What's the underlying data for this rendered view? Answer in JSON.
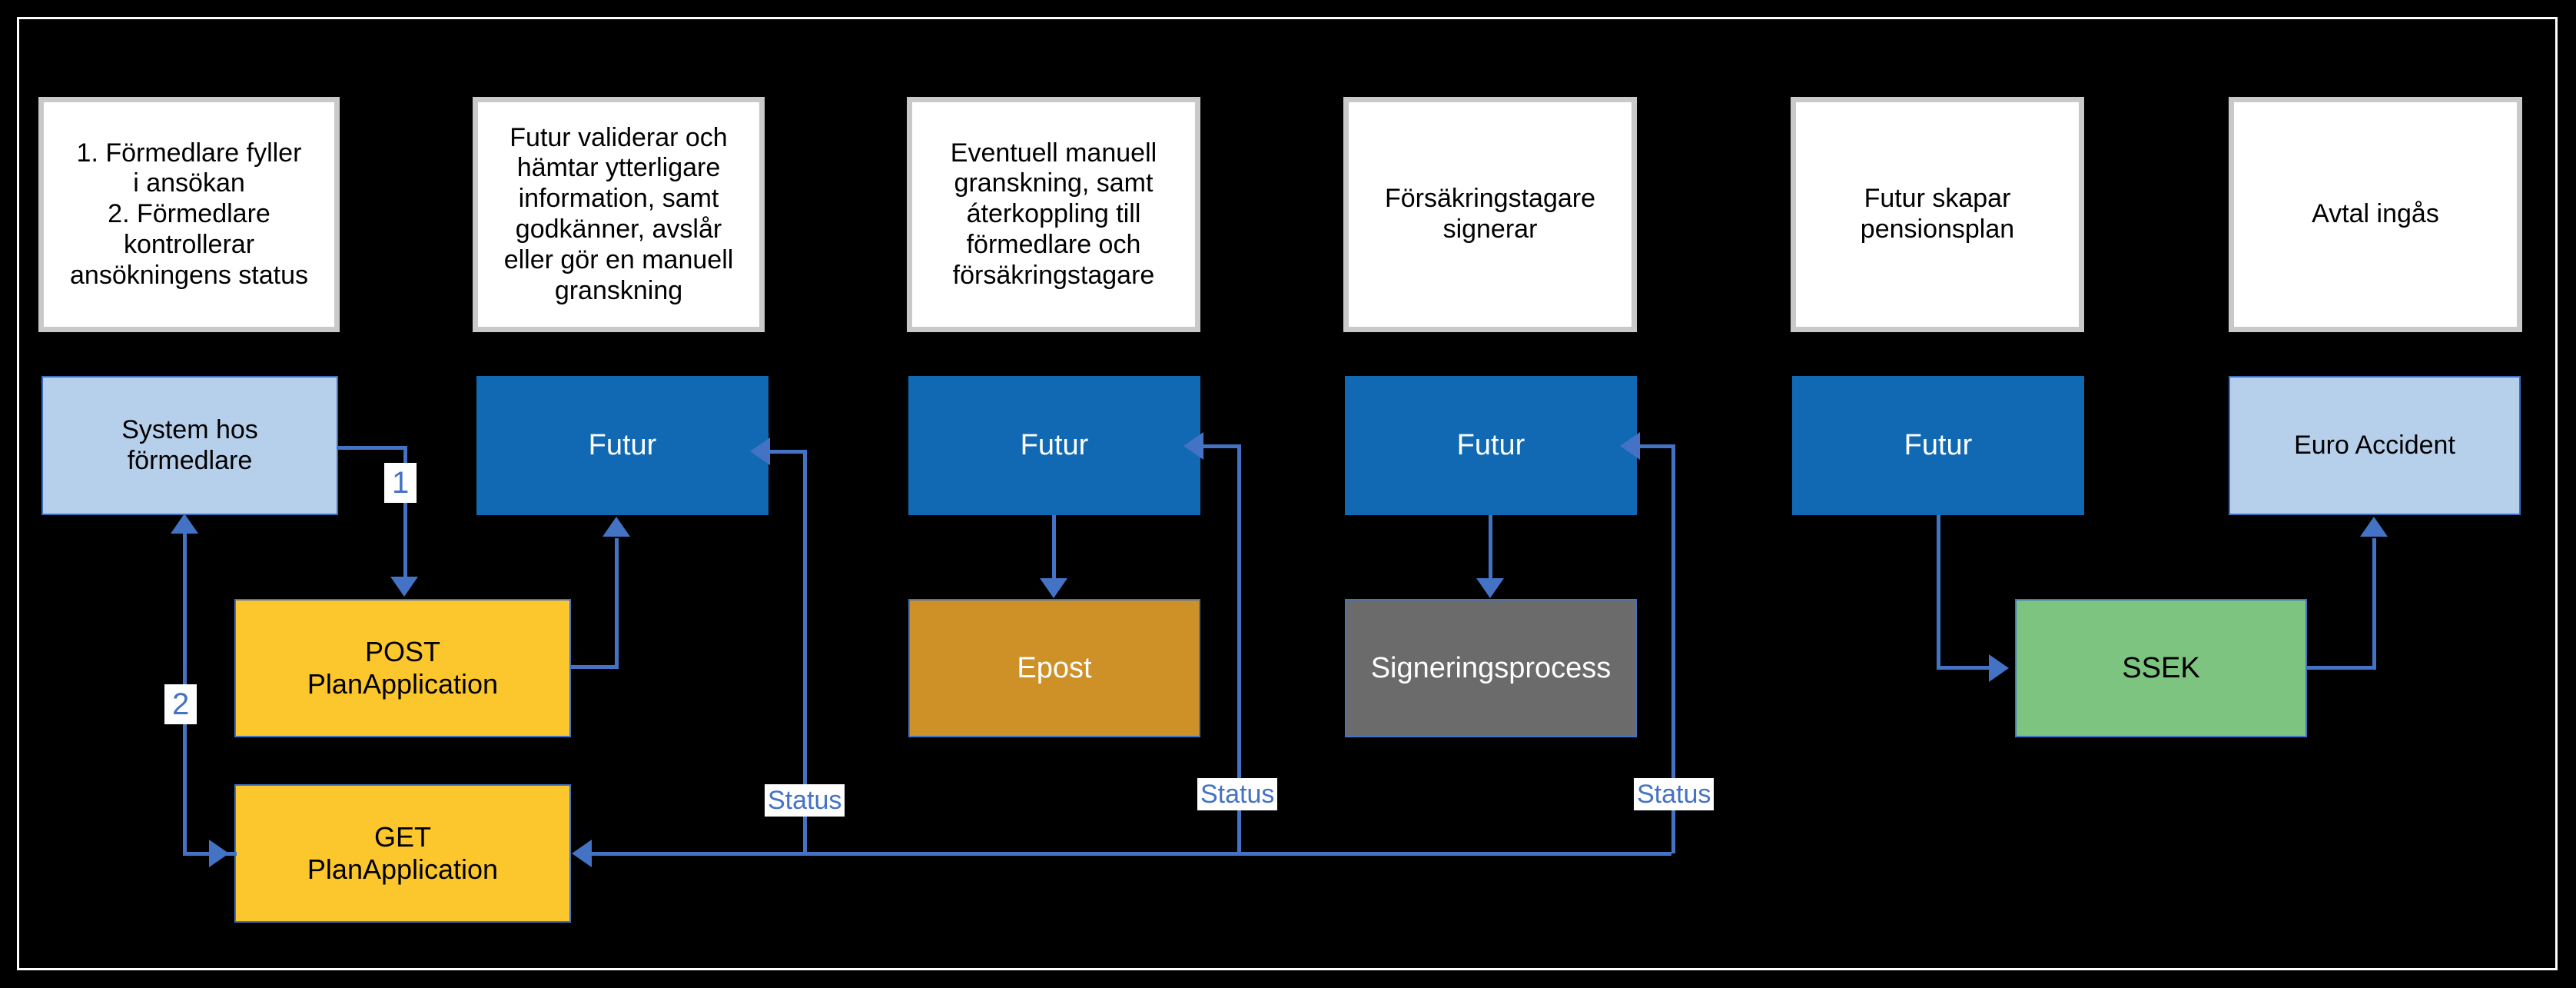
{
  "diagram": {
    "title": "Ansokningsflode",
    "background_color": "#000000",
    "frame_color": "#FFFFFF",
    "palette": {
      "card_fill": "#FFFFFF",
      "card_border": "#C9C9C9",
      "light_blue": "#B6CFEA",
      "dark_blue": "#1069B2",
      "yellow": "#FCC72C",
      "orange": "#CE9128",
      "grey": "#6B6B6B",
      "green": "#7CC47F",
      "connector": "#4472C4"
    }
  },
  "description_cards": [
    {
      "text": "1. Förmedlare fyller\ni ansökan\n2. Förmedlare\nkontrollerar\nansökningens status"
    },
    {
      "text": "Futur validerar och\nhämtar ytterligare\ninformation, samt\ngodkänner, avslår\neller gör en manuell\ngranskning"
    },
    {
      "text": "Eventuell manuell\ngranskning, samt\náterkoppling till\nförmedlare och\nförsäkringstagare"
    },
    {
      "text": "Försäkringstagare\nsignerar"
    },
    {
      "text": "Futur skapar\npensionsplan"
    },
    {
      "text": "Avtal ingås"
    }
  ],
  "actor_boxes": [
    {
      "text": "System hos\nförmedlare",
      "color": "#B6CFEA"
    },
    {
      "text": "Futur",
      "color": "#1069B2"
    },
    {
      "text": "Futur",
      "color": "#1069B2"
    },
    {
      "text": "Futur",
      "color": "#1069B2"
    },
    {
      "text": "Futur",
      "color": "#1069B2"
    },
    {
      "text": "Euro Accident",
      "color": "#B6CFEA"
    }
  ],
  "process_boxes": [
    {
      "text": "POST\nPlanApplication",
      "color": "#FCC72C"
    },
    {
      "text": "GET\nPlanApplication",
      "color": "#FCC72C"
    },
    {
      "text": "Epost",
      "color": "#CE9128"
    },
    {
      "text": "Signeringsprocess",
      "color": "#6B6B6B"
    },
    {
      "text": "SSEK",
      "color": "#7CC47F"
    }
  ],
  "edge_labels": {
    "step_one": "1",
    "step_two": "2",
    "status_one": "Status",
    "status_two": "Status",
    "status_three": "Status"
  }
}
